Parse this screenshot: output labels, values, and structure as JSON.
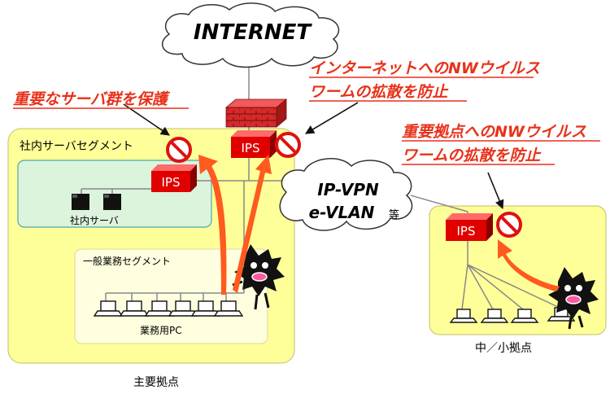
{
  "internet_label": "INTERNET",
  "vpn_label_line1": "IP-VPN",
  "vpn_label_line2": "e-VLAN",
  "vpn_label_suffix": "等",
  "ips_label": "IPS",
  "callouts": {
    "protect_servers": "重要なサーバ群を保護",
    "prevent_internet_line1": "インターネットへのNWウイルス",
    "prevent_internet_line2": "ワームの拡散を防止",
    "prevent_main_line1": "重要拠点へのNWウイルス",
    "prevent_main_line2": "ワームの拡散を防止"
  },
  "segments": {
    "server_segment": "社内サーバセグメント",
    "internal_server": "社内サーバ",
    "business_segment": "一般業務セグメント",
    "business_pc": "業務用PC"
  },
  "sites": {
    "main_site": "主要拠点",
    "branch_site": "中／小拠点"
  },
  "colors": {
    "callout_red": "#e8311a",
    "arrow_orange": "#ff5a1f",
    "site_fill": "#ffff99",
    "server_segment_fill": "#dcf3dc",
    "business_segment_fill": "#ffffe0",
    "ips_red": "#e00000"
  }
}
